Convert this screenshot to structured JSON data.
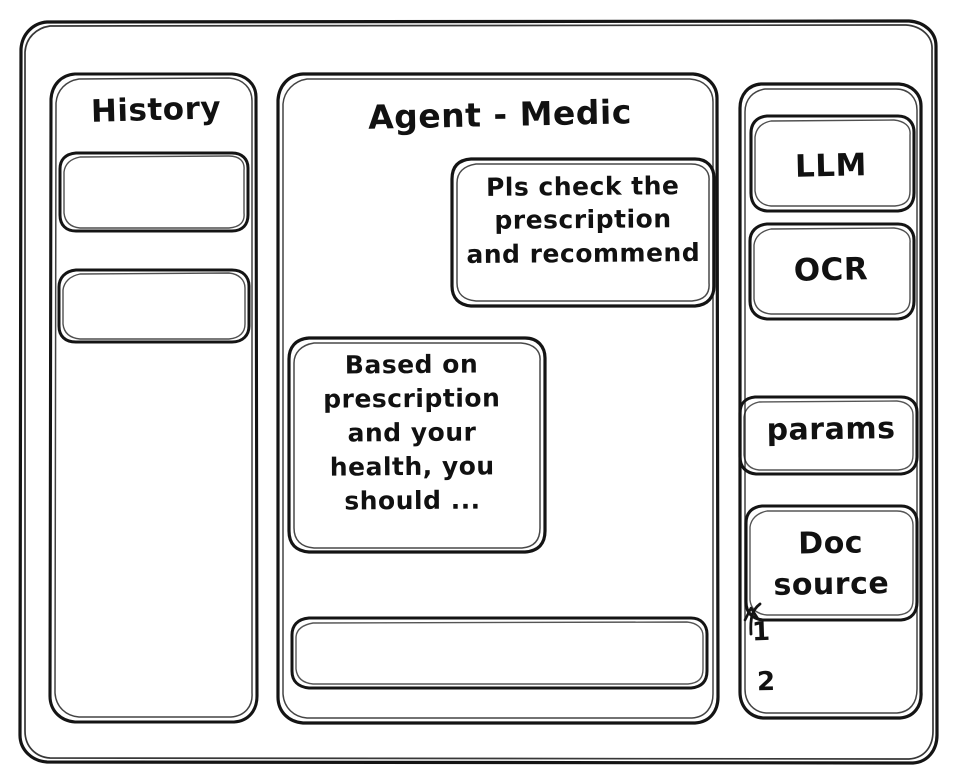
{
  "window": {
    "style": "hand-drawn-wireframe",
    "stroke_color": "#141414",
    "background_color": "#ffffff"
  },
  "sidebar_left": {
    "title": "History",
    "items": [
      {
        "label": "",
        "name": "history-item-1"
      },
      {
        "label": "",
        "name": "history-item-2"
      }
    ]
  },
  "main": {
    "title": "Agent - Medic",
    "messages": [
      {
        "role": "user",
        "text": "Pls check the\nprescription\nand recommend",
        "align": "right"
      },
      {
        "role": "assistant",
        "text": "Based on\nprescription\nand your\nhealth, you\nshould ...",
        "align": "left"
      }
    ],
    "composer": {
      "value": "",
      "placeholder": ""
    }
  },
  "sidebar_right": {
    "buttons": [
      {
        "label": "LLM",
        "name": "llm-button"
      },
      {
        "label": "OCR",
        "name": "ocr-button"
      },
      {
        "label": "params",
        "name": "params-button"
      },
      {
        "label": "Doc\nsource",
        "name": "doc-source-button"
      }
    ],
    "doc_list": [
      {
        "marker": "1"
      },
      {
        "marker": "2"
      }
    ]
  }
}
